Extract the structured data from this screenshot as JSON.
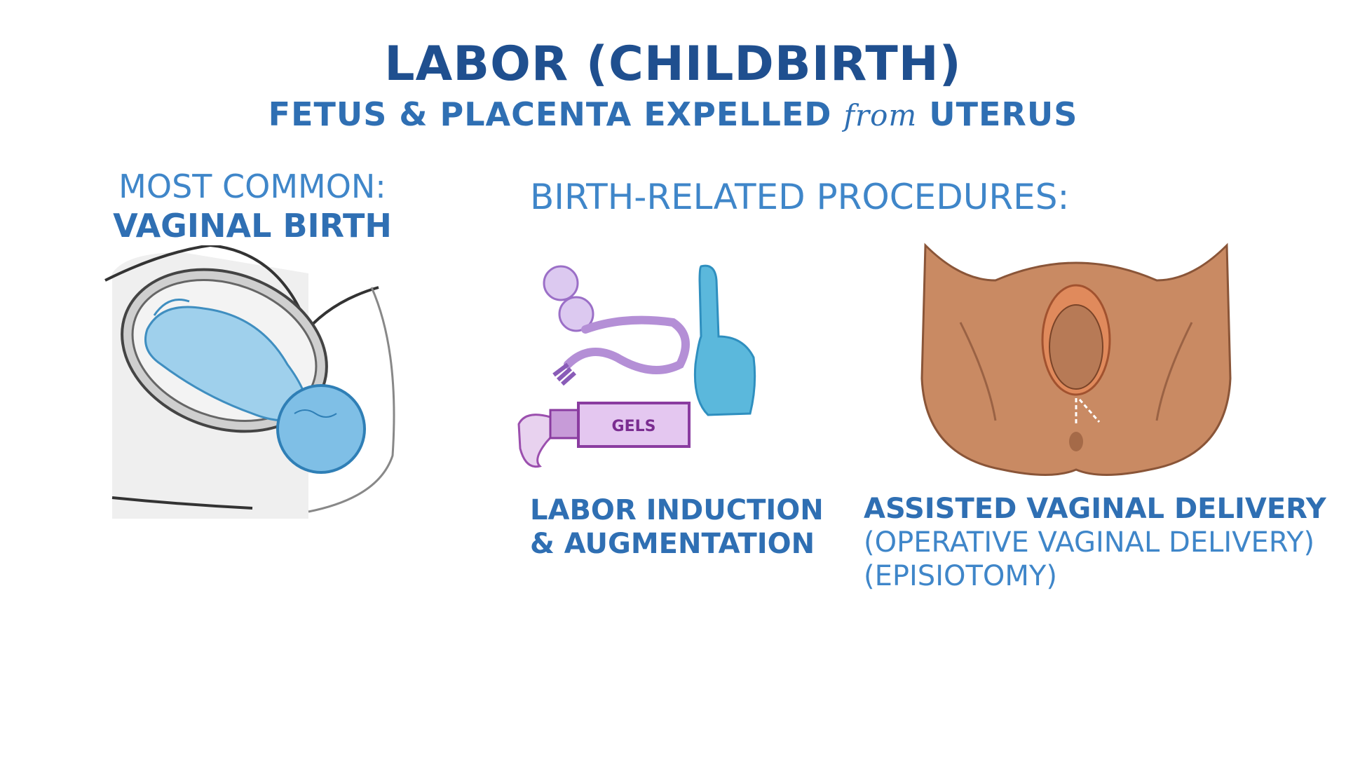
{
  "header": {
    "title": "LABOR (CHILDBIRTH)",
    "subtitle_before": "FETUS & PLACENTA EXPELLED ",
    "subtitle_script": "from",
    "subtitle_after": " UTERUS"
  },
  "left": {
    "line1": "MOST COMMON:",
    "line2": "VAGINAL BIRTH"
  },
  "procedures": {
    "heading": "BIRTH-RELATED PROCEDURES:",
    "induction": {
      "tube_label": "GELS",
      "line1": "LABOR INDUCTION",
      "line2": "& AUGMENTATION"
    },
    "assisted": {
      "line1": "ASSISTED VAGINAL DELIVERY",
      "line2": "(OPERATIVE VAGINAL DELIVERY)",
      "line3": "(EPISIOTOMY)"
    }
  },
  "colors": {
    "title": "#1f4f8f",
    "text": "#2f6fb3",
    "fetus": "#9fd0ec",
    "catheter": "#b48fd6",
    "glove": "#5bb8dc",
    "skin": "#c98a63"
  }
}
